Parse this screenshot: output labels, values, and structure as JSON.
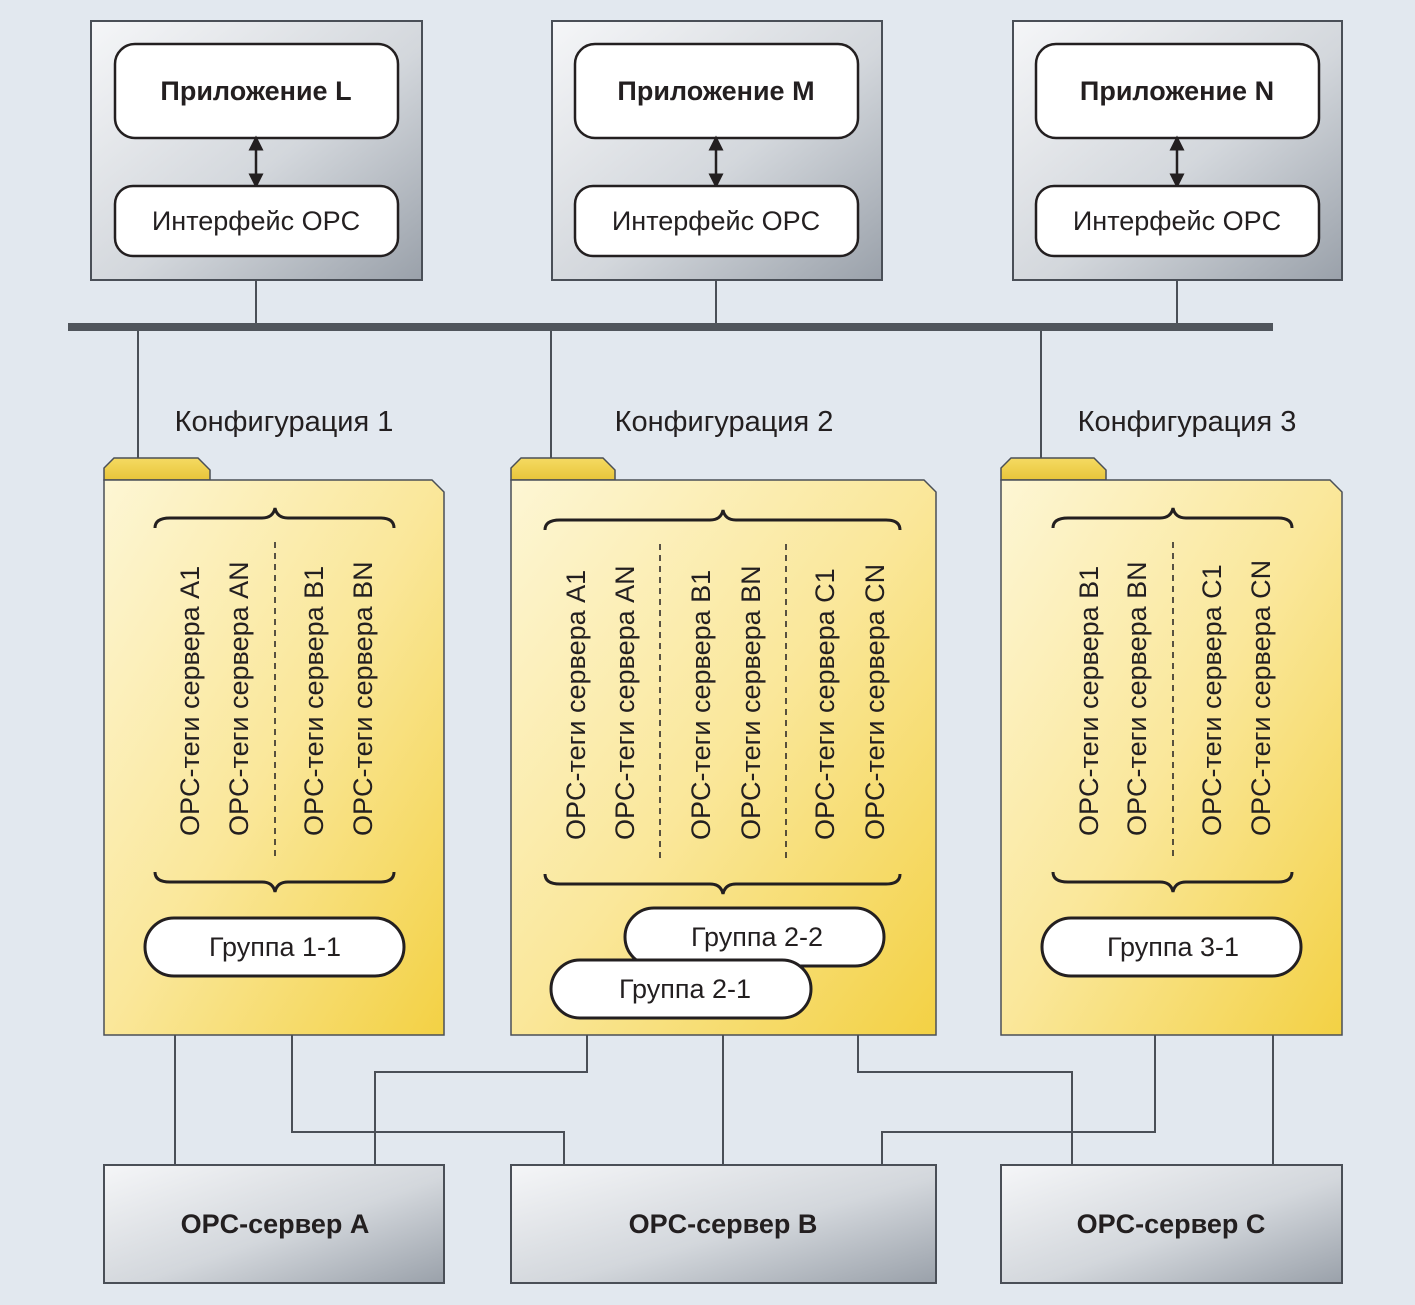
{
  "applications": [
    {
      "title": "Приложение L",
      "interface": "Интерфейс OPC"
    },
    {
      "title": "Приложение M",
      "interface": "Интерфейс OPC"
    },
    {
      "title": "Приложение N",
      "interface": "Интерфейс OPC"
    }
  ],
  "configurations": [
    {
      "label": "Конфигурация 1",
      "tags": [
        "OPC-теги сервера A1",
        "OPC-теги сервера AN",
        "OPC-теги сервера B1",
        "OPC-теги сервера BN"
      ],
      "groups": [
        "Группа 1-1"
      ]
    },
    {
      "label": "Конфигурация 2",
      "tags": [
        "OPC-теги сервера A1",
        "OPC-теги сервера AN",
        "OPC-теги сервера B1",
        "OPC-теги сервера BN",
        "OPC-теги сервера C1",
        "OPC-теги сервера CN"
      ],
      "groups": [
        "Группа 2-2",
        "Группа 2-1"
      ]
    },
    {
      "label": "Конфигурация 3",
      "tags": [
        "OPC-теги сервера B1",
        "OPC-теги сервера BN",
        "OPC-теги сервера C1",
        "OPC-теги сервера CN"
      ],
      "groups": [
        "Группа 3-1"
      ]
    }
  ],
  "servers": [
    {
      "label": "OPC-сервер A"
    },
    {
      "label": "OPC-сервер B"
    },
    {
      "label": "OPC-сервер C"
    }
  ],
  "colors": {
    "background": "#e2e8ef",
    "folder_light": "#fdf5cf",
    "folder_dark": "#f4d34e",
    "box_light": "#f4f5f7",
    "box_dark": "#9aa1aa",
    "line": "#4a4f57"
  }
}
